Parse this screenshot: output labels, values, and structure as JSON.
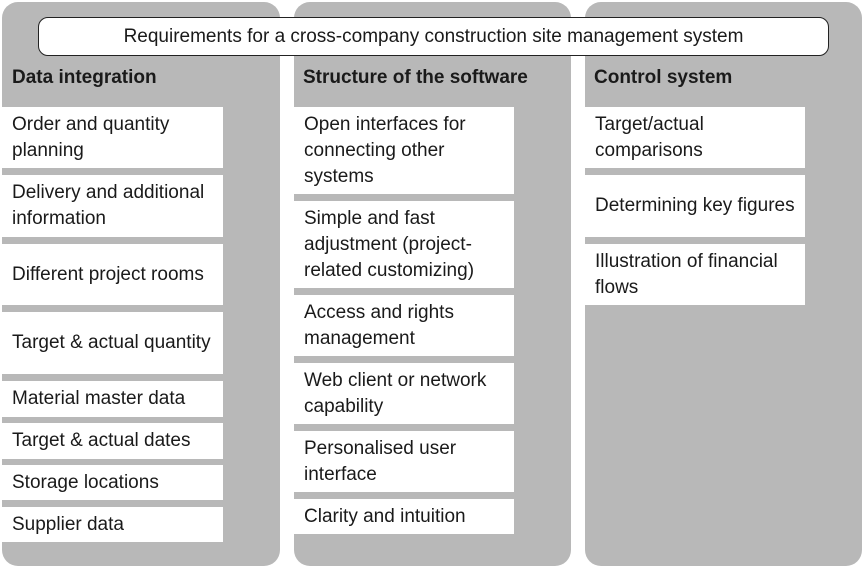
{
  "header": {
    "title": "Requirements for a cross-company construction site management system"
  },
  "columns": [
    {
      "title": "Data integration",
      "items": [
        "Order and quantity planning",
        "Delivery and additional information",
        "Different project rooms",
        "Target & actual quantity",
        "Material master data",
        "Target & actual dates",
        "Storage locations",
        "Supplier data"
      ]
    },
    {
      "title": "Structure of the software",
      "items": [
        "Open interfaces for connecting other systems",
        "Simple and fast adjustment (project-related customizing)",
        "Access and rights management",
        "Web client or network capability",
        "Personalised user interface",
        "Clarity and intuition"
      ]
    },
    {
      "title": "Control system",
      "items": [
        "Target/actual comparisons",
        "Determining key figures",
        "Illustration of financial flows"
      ]
    }
  ]
}
